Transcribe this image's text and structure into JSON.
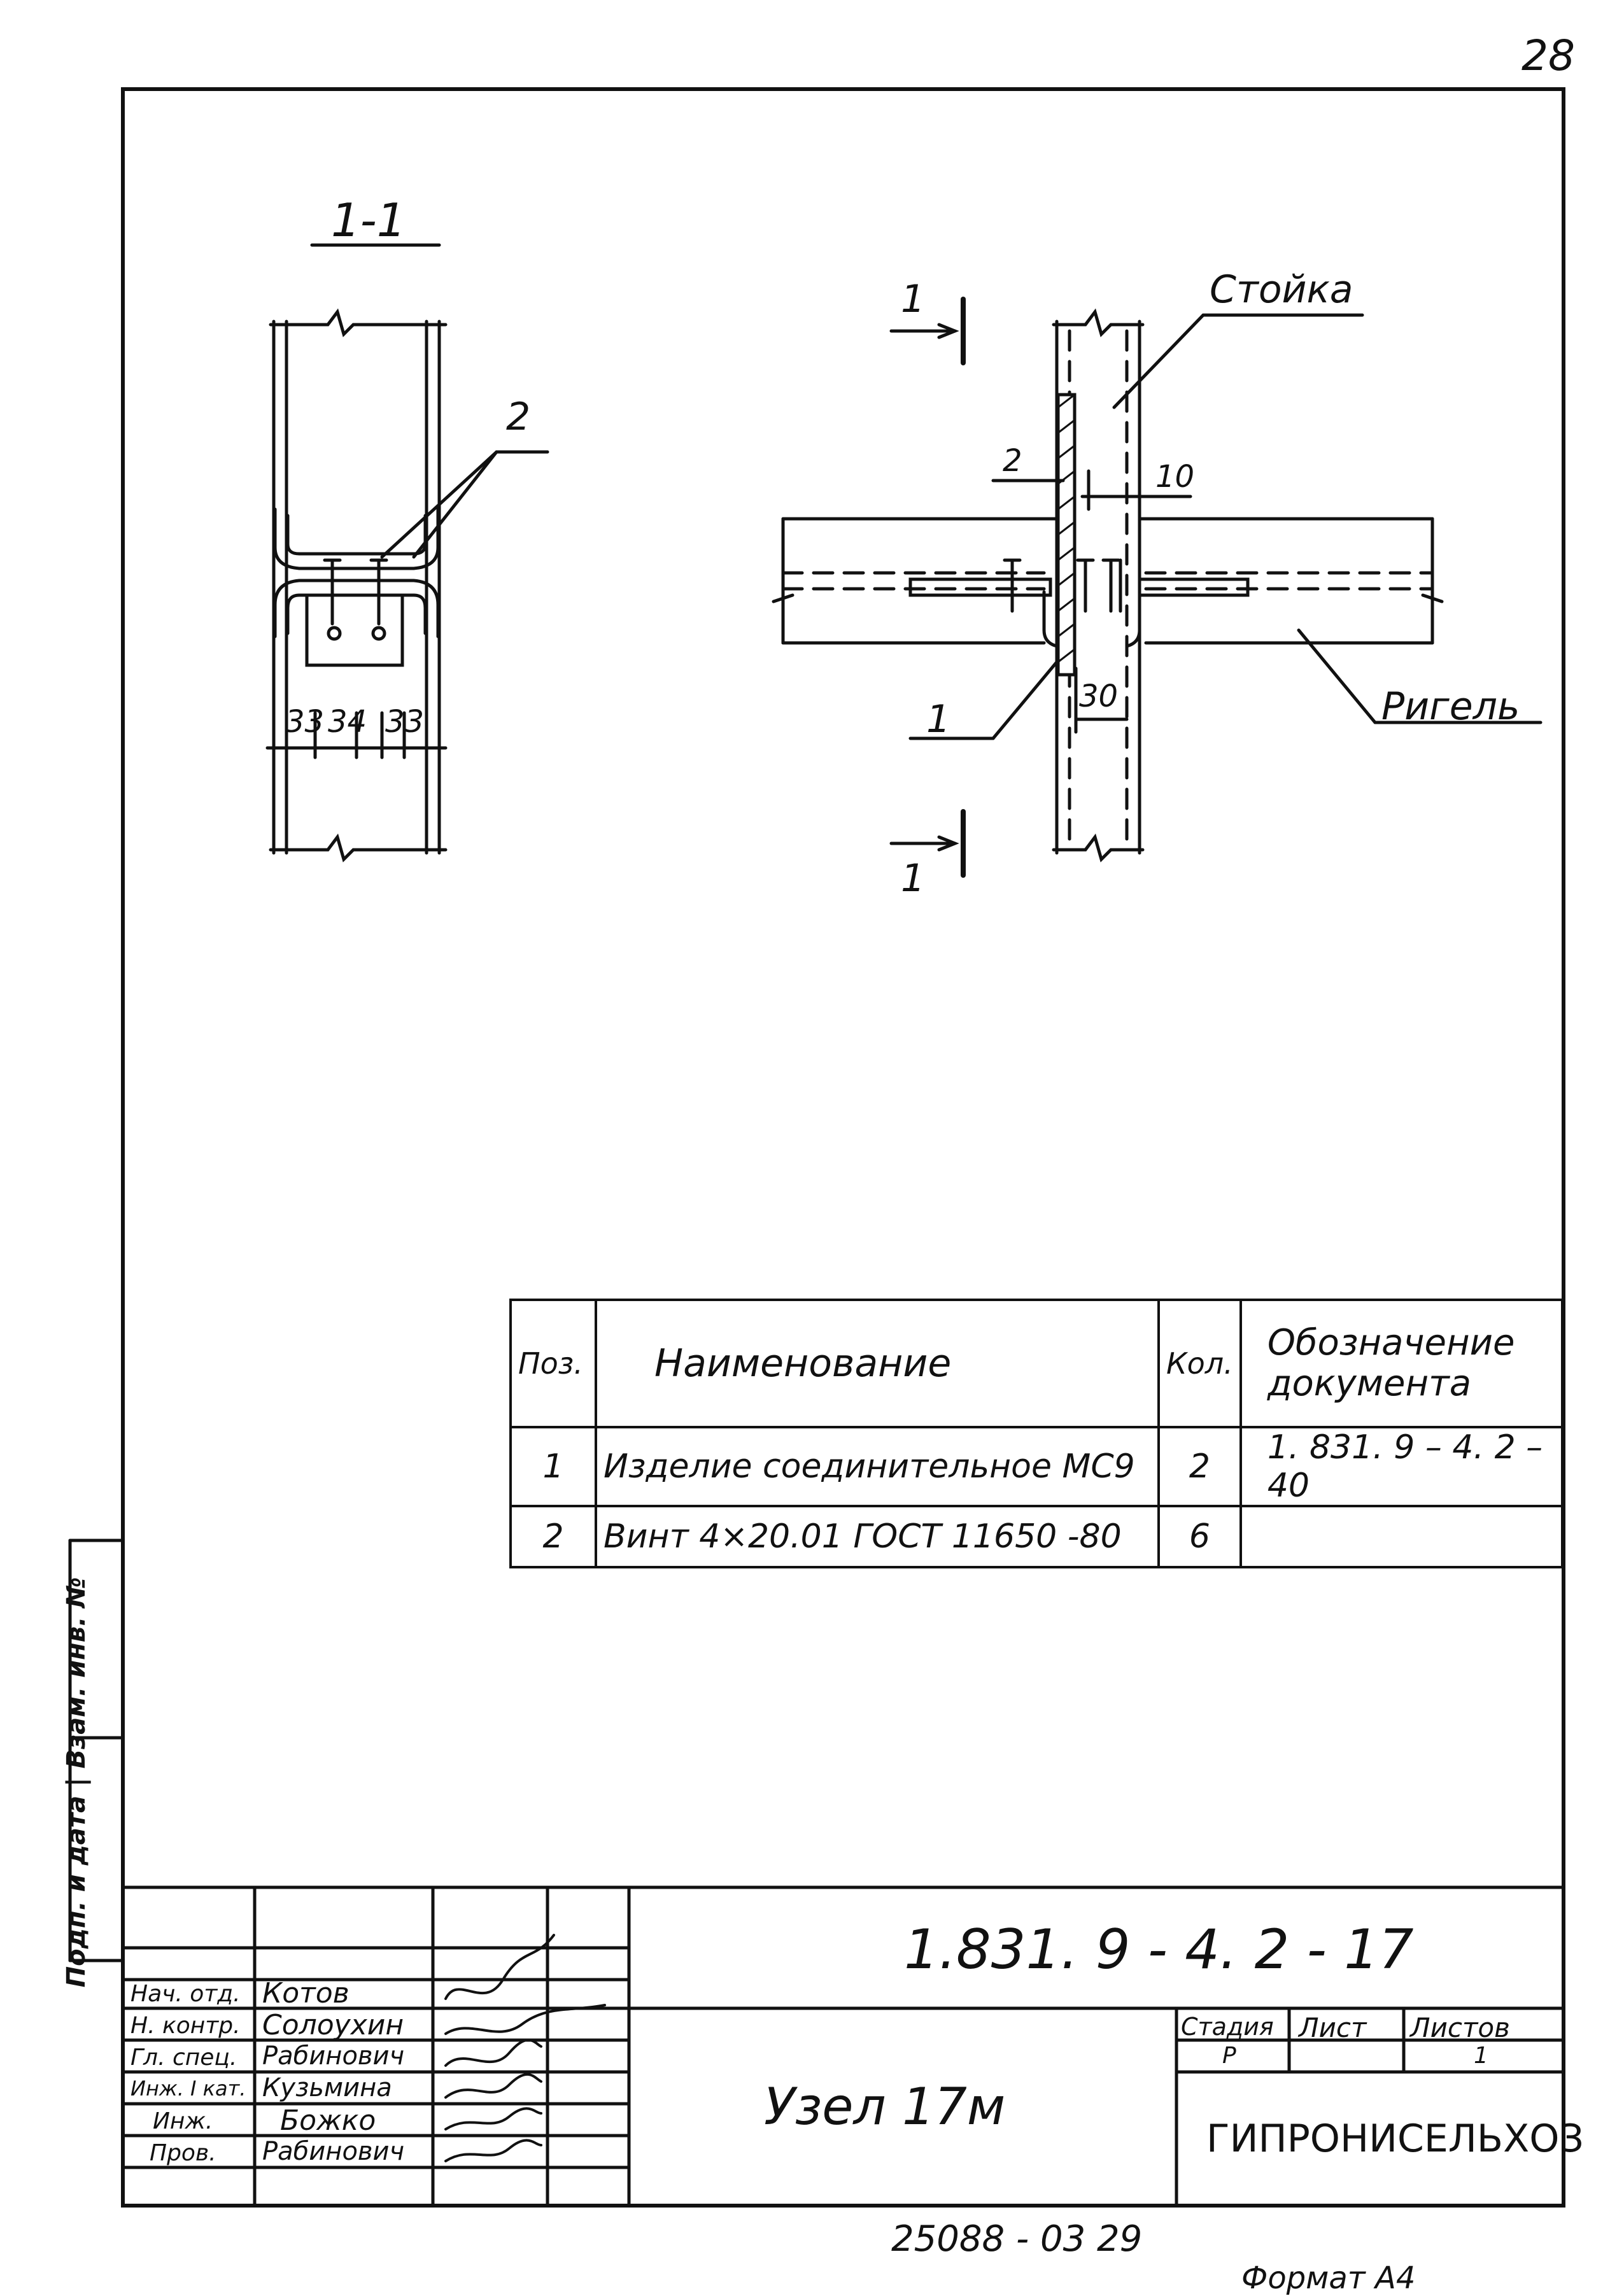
{
  "page_number": "28",
  "section_mark": "1-1",
  "section_dims": [
    "33",
    "34",
    "33"
  ],
  "callouts": {
    "pos2": "2",
    "pos1": "1",
    "cut_top": "1",
    "cut_bottom": "1",
    "dim_2": "2",
    "dim_10": "10",
    "dim_30": "30"
  },
  "labels": {
    "stoika": "Стойка",
    "rigel": "Ригель"
  },
  "spec_table": {
    "headers": {
      "pos": "Поз.",
      "name": "Наименование",
      "qty": "Кол.",
      "doc_line1": "Обозначение",
      "doc_line2": "документа"
    },
    "rows": [
      {
        "pos": "1",
        "name": "Изделие соединительное МС9",
        "qty": "2",
        "doc": "1. 831. 9 – 4. 2 – 40"
      },
      {
        "pos": "2",
        "name": "Винт 4×20.01  ГОСТ 11650 -80",
        "qty": "6",
        "doc": ""
      }
    ]
  },
  "side_stamp": "Подп. и дата | Взам. инв. №",
  "title_block": {
    "doc_code": "1.831. 9 - 4. 2 - 17",
    "drawing_title": "Узел  17м",
    "people": [
      {
        "role": "Нач. отд.",
        "name": "Котов"
      },
      {
        "role": "Н. контр.",
        "name": "Солоухин"
      },
      {
        "role": "Гл. спец.",
        "name": "Рабинович"
      },
      {
        "role": "Инж. I кат.",
        "name": "Кузьмина"
      },
      {
        "role": "Инж.",
        "name": "Божко"
      },
      {
        "role": "Пров.",
        "name": "Рабинович"
      }
    ],
    "stage_label": "Стадия",
    "sheet_label": "Лист",
    "sheets_label": "Листов",
    "stage_value": "Р",
    "sheet_value": "",
    "sheets_value": "1",
    "organization": "ГИПРОНИСЕЛЬХОЗ"
  },
  "footer_code": "25088 - 03   29",
  "format_label": "Формат А4"
}
